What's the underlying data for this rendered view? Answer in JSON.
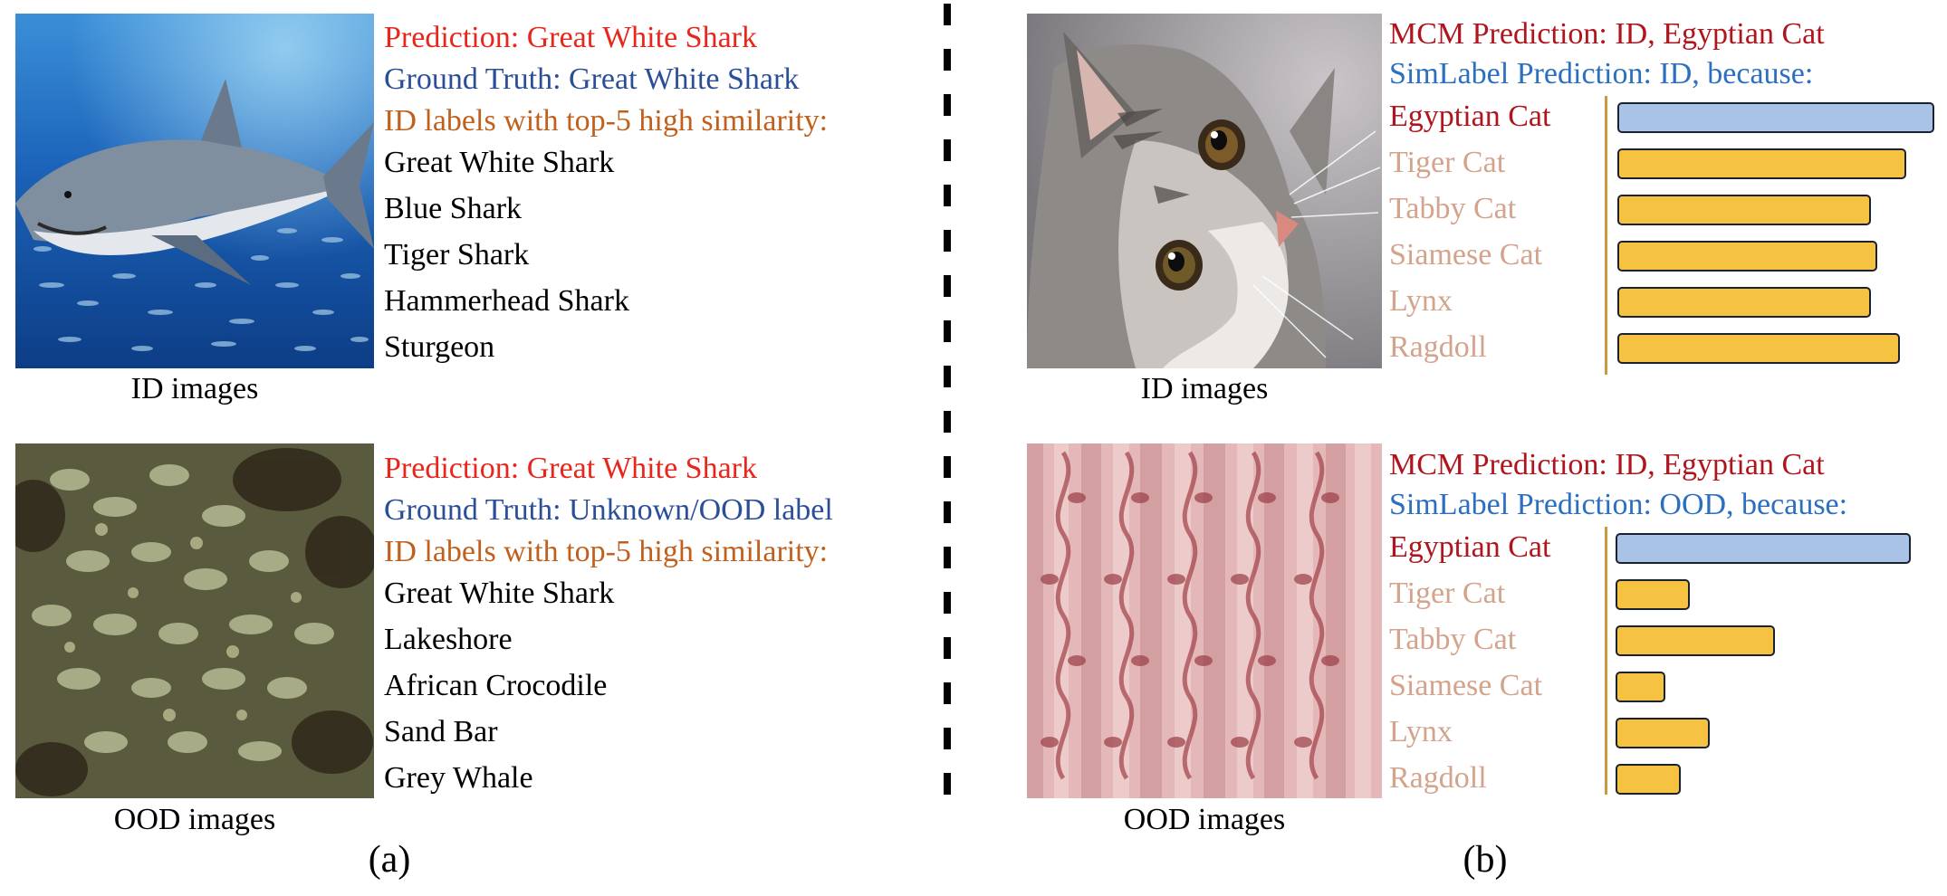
{
  "panel_a": {
    "id": {
      "prediction": "Prediction: Great White Shark",
      "ground_truth": "Ground Truth:  Great White Shark",
      "top5_header": "ID labels with top-5 high similarity:",
      "labels": [
        "Great White Shark",
        "Blue Shark",
        "Tiger Shark",
        "Hammerhead Shark",
        "Sturgeon"
      ],
      "caption": "ID images"
    },
    "ood": {
      "prediction": "Prediction: Great White Shark",
      "ground_truth": "Ground Truth:  Unknown/OOD label",
      "top5_header": "ID labels with top-5 high similarity:",
      "labels": [
        "Great White Shark",
        "Lakeshore",
        "African Crocodile",
        "Sand Bar",
        "Grey Whale"
      ],
      "caption": "OOD images"
    },
    "sublabel": "(a)"
  },
  "panel_b": {
    "id": {
      "mcm": "MCM Prediction: ID, Egyptian Cat",
      "simlabel": "SimLabel Prediction: ID, because:",
      "labels": [
        "Egyptian Cat",
        "Tiger Cat",
        "Tabby Cat",
        "Siamese Cat",
        "Lynx",
        "Ragdoll"
      ],
      "values": [
        1.0,
        0.91,
        0.8,
        0.82,
        0.8,
        0.89
      ],
      "caption": "ID images"
    },
    "ood": {
      "mcm": "MCM Prediction: ID, Egyptian Cat",
      "simlabel": "SimLabel Prediction: OOD, because:",
      "labels": [
        "Egyptian Cat",
        "Tiger Cat",
        "Tabby Cat",
        "Siamese Cat",
        "Lynx",
        "Ragdoll"
      ],
      "values": [
        1.0,
        0.25,
        0.54,
        0.17,
        0.32,
        0.22
      ],
      "caption": "OOD images"
    },
    "sublabel": "(b)"
  },
  "colors": {
    "prediction": "#e8261c",
    "ground_truth": "#2a4f98",
    "top5_header": "#c0601c",
    "mcm": "#b0141c",
    "simlabel": "#2c6fc0",
    "highlight_label": "#b0141c",
    "faded_label": "#d4a38c",
    "bar_highlight": "#a9c3e6",
    "bar_other": "#f6c242"
  }
}
